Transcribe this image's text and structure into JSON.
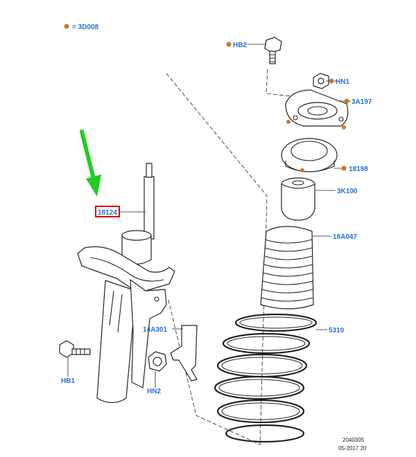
{
  "diagram": {
    "legend": {
      "marker_color": "#c8772a",
      "text": "= 3D008"
    },
    "callout_color": "#2a6fd6",
    "highlight_color": "#e00000",
    "arrow_color": "#22cc22",
    "callouts": {
      "c_18124": "18124",
      "c_HB2": "HB2",
      "c_HN1": "HN1",
      "c_3A197": "3A197",
      "c_18198": "18198",
      "c_3K100": "3K100",
      "c_18A047": "18A047",
      "c_5310": "5310",
      "c_14A301": "14A301",
      "c_HB1": "HB1",
      "c_HN2": "HN2"
    },
    "footer": {
      "line1": "2040305",
      "line2": "05-2017 20"
    }
  }
}
